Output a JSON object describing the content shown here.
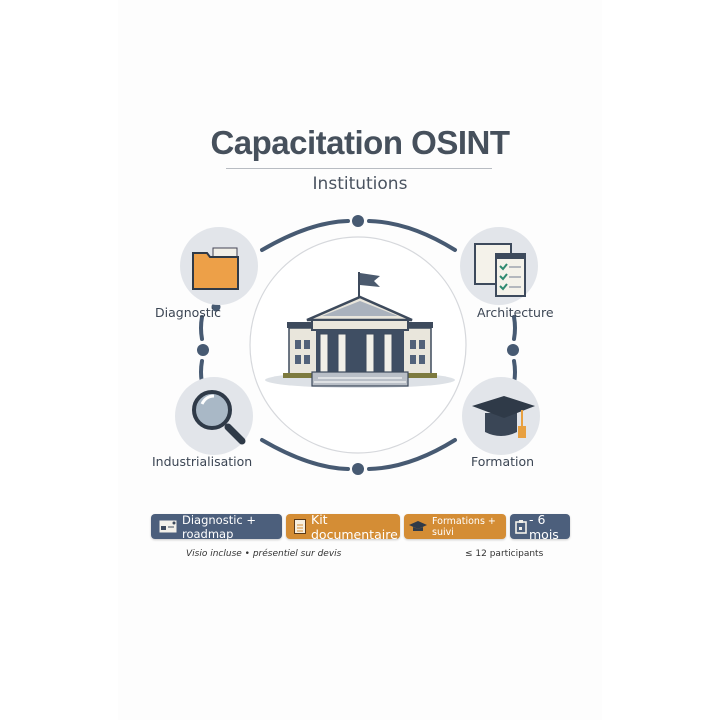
{
  "header": {
    "title": "Capacitation OSINT",
    "subtitle": "Institutions"
  },
  "diagram": {
    "center_icon": "institution-building-icon",
    "nodes": [
      {
        "label": "Diagnostic",
        "icon": "folder-icon"
      },
      {
        "label": "Architecture",
        "icon": "checklist-documents-icon"
      },
      {
        "label": "Industrialisation",
        "icon": "magnifier-icon"
      },
      {
        "label": "Formation",
        "icon": "graduation-cap-icon"
      }
    ],
    "colors": {
      "ring": "#475a72",
      "node_bg": "#e2e5ea",
      "accent": "#e8a040"
    }
  },
  "chips": [
    {
      "label": "Diagnostic + roadmap",
      "icon": "id-card-icon",
      "color": "#4c5f7c"
    },
    {
      "label": "Kit documentaire",
      "icon": "document-icon",
      "color": "#d48d35"
    },
    {
      "label": "Formations + suivi",
      "icon": "graduation-cap-icon",
      "color": "#d48d35"
    },
    {
      "label": "- 6 mois",
      "icon": "calendar-icon",
      "color": "#4c5f7c"
    }
  ],
  "notes": {
    "left": "Visio incluse • présentiel sur devis",
    "right": "≤ 12 participants"
  }
}
